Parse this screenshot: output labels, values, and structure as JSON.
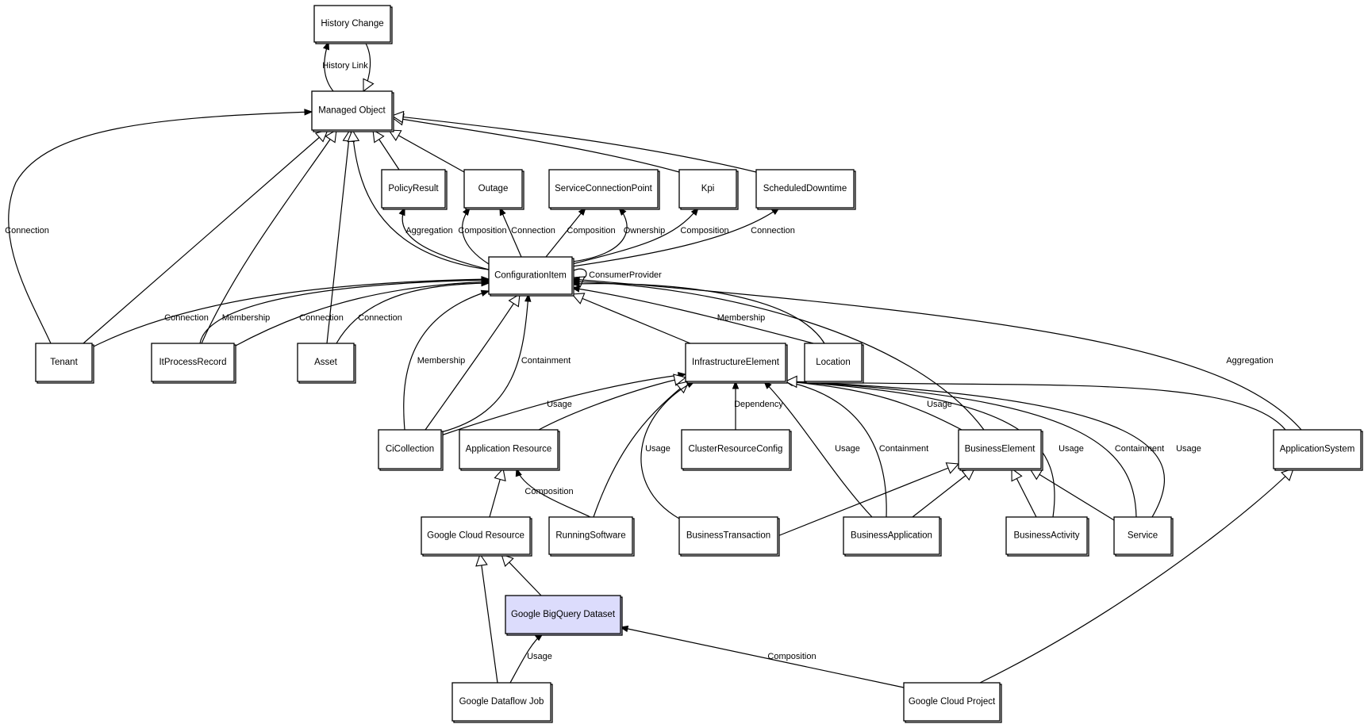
{
  "diagram": {
    "background": "#ffffff",
    "highlight_color": "#dcdcfc",
    "nodes": [
      {
        "id": "history_change",
        "label": "History Change"
      },
      {
        "id": "managed_object",
        "label": "Managed Object"
      },
      {
        "id": "policy_result",
        "label": "PolicyResult"
      },
      {
        "id": "outage",
        "label": "Outage"
      },
      {
        "id": "service_connection_point",
        "label": "ServiceConnectionPoint"
      },
      {
        "id": "kpi",
        "label": "Kpi"
      },
      {
        "id": "scheduled_downtime",
        "label": "ScheduledDowntime"
      },
      {
        "id": "configuration_item",
        "label": "ConfigurationItem"
      },
      {
        "id": "tenant",
        "label": "Tenant"
      },
      {
        "id": "it_process_record",
        "label": "ItProcessRecord"
      },
      {
        "id": "asset",
        "label": "Asset"
      },
      {
        "id": "infrastructure_element",
        "label": "InfrastructureElement"
      },
      {
        "id": "location",
        "label": "Location"
      },
      {
        "id": "ci_collection",
        "label": "CiCollection"
      },
      {
        "id": "application_resource",
        "label": "Application Resource"
      },
      {
        "id": "cluster_resource_config",
        "label": "ClusterResourceConfig"
      },
      {
        "id": "business_element",
        "label": "BusinessElement"
      },
      {
        "id": "application_system",
        "label": "ApplicationSystem"
      },
      {
        "id": "google_cloud_resource",
        "label": "Google Cloud Resource"
      },
      {
        "id": "running_software",
        "label": "RunningSoftware"
      },
      {
        "id": "business_transaction",
        "label": "BusinessTransaction"
      },
      {
        "id": "business_application",
        "label": "BusinessApplication"
      },
      {
        "id": "business_activity",
        "label": "BusinessActivity"
      },
      {
        "id": "service",
        "label": "Service"
      },
      {
        "id": "google_bigquery_dataset",
        "label": "Google BigQuery Dataset",
        "highlighted": true
      },
      {
        "id": "google_dataflow_job",
        "label": "Google Dataflow Job"
      },
      {
        "id": "google_cloud_project",
        "label": "Google Cloud Project"
      }
    ],
    "edges": [
      {
        "from": "managed_object",
        "to": "history_change",
        "label": "History Link",
        "arrow": "filled"
      },
      {
        "from": "history_change",
        "to": "managed_object",
        "label": "",
        "arrow": "hollow"
      },
      {
        "from": "tenant",
        "to": "managed_object",
        "label": "Connection",
        "arrow": "filled"
      },
      {
        "from": "tenant",
        "to": "managed_object",
        "label": "",
        "arrow": "hollow"
      },
      {
        "from": "it_process_record",
        "to": "managed_object",
        "label": "",
        "arrow": "hollow"
      },
      {
        "from": "asset",
        "to": "managed_object",
        "label": "",
        "arrow": "hollow"
      },
      {
        "from": "configuration_item",
        "to": "managed_object",
        "label": "",
        "arrow": "hollow"
      },
      {
        "from": "policy_result",
        "to": "managed_object",
        "label": "",
        "arrow": "hollow"
      },
      {
        "from": "outage",
        "to": "managed_object",
        "label": "",
        "arrow": "hollow"
      },
      {
        "from": "kpi",
        "to": "managed_object",
        "label": "",
        "arrow": "hollow"
      },
      {
        "from": "scheduled_downtime",
        "to": "managed_object",
        "label": "",
        "arrow": "hollow"
      },
      {
        "from": "configuration_item",
        "to": "policy_result",
        "label": "Aggregation",
        "arrow": "filled"
      },
      {
        "from": "configuration_item",
        "to": "outage",
        "label": "Composition",
        "arrow": "filled"
      },
      {
        "from": "configuration_item",
        "to": "outage",
        "label": "Connection",
        "arrow": "filled"
      },
      {
        "from": "configuration_item",
        "to": "service_connection_point",
        "label": "Composition",
        "arrow": "filled"
      },
      {
        "from": "configuration_item",
        "to": "service_connection_point",
        "label": "Ownership",
        "arrow": "filled"
      },
      {
        "from": "configuration_item",
        "to": "kpi",
        "label": "Composition",
        "arrow": "filled"
      },
      {
        "from": "configuration_item",
        "to": "scheduled_downtime",
        "label": "Connection",
        "arrow": "filled"
      },
      {
        "from": "configuration_item",
        "to": "configuration_item",
        "label": "ConsumerProvider",
        "arrow": "hollow"
      },
      {
        "from": "tenant",
        "to": "configuration_item",
        "label": "Connection",
        "arrow": "filled"
      },
      {
        "from": "it_process_record",
        "to": "configuration_item",
        "label": "Membership",
        "arrow": "filled"
      },
      {
        "from": "it_process_record",
        "to": "configuration_item",
        "label": "Connection",
        "arrow": "filled"
      },
      {
        "from": "asset",
        "to": "configuration_item",
        "label": "Connection",
        "arrow": "filled"
      },
      {
        "from": "ci_collection",
        "to": "configuration_item",
        "label": "Membership",
        "arrow": "filled"
      },
      {
        "from": "ci_collection",
        "to": "configuration_item",
        "label": "",
        "arrow": "hollow"
      },
      {
        "from": "ci_collection",
        "to": "configuration_item",
        "label": "Containment",
        "arrow": "filled"
      },
      {
        "from": "infrastructure_element",
        "to": "configuration_item",
        "label": "",
        "arrow": "hollow"
      },
      {
        "from": "location",
        "to": "configuration_item",
        "label": "Membership",
        "arrow": "filled"
      },
      {
        "from": "location",
        "to": "configuration_item",
        "label": "",
        "arrow": "filled"
      },
      {
        "from": "business_element",
        "to": "configuration_item",
        "label": "",
        "arrow": "filled"
      },
      {
        "from": "application_system",
        "to": "configuration_item",
        "label": "Aggregation",
        "arrow": "filled"
      },
      {
        "from": "ci_collection",
        "to": "infrastructure_element",
        "label": "Usage",
        "arrow": "filled"
      },
      {
        "from": "application_resource",
        "to": "infrastructure_element",
        "label": "",
        "arrow": "hollow"
      },
      {
        "from": "running_software",
        "to": "infrastructure_element",
        "label": "",
        "arrow": "hollow"
      },
      {
        "from": "business_transaction",
        "to": "infrastructure_element",
        "label": "Usage",
        "arrow": "filled"
      },
      {
        "from": "cluster_resource_config",
        "to": "infrastructure_element",
        "label": "Dependency",
        "arrow": "filled"
      },
      {
        "from": "business_application",
        "to": "infrastructure_element",
        "label": "Usage",
        "arrow": "filled"
      },
      {
        "from": "business_application",
        "to": "infrastructure_element",
        "label": "Containment",
        "arrow": "filled"
      },
      {
        "from": "business_element",
        "to": "infrastructure_element",
        "label": "Usage",
        "arrow": "filled"
      },
      {
        "from": "business_activity",
        "to": "infrastructure_element",
        "label": "Usage",
        "arrow": "filled"
      },
      {
        "from": "service",
        "to": "infrastructure_element",
        "label": "Containment",
        "arrow": "filled"
      },
      {
        "from": "service",
        "to": "infrastructure_element",
        "label": "Usage",
        "arrow": "filled"
      },
      {
        "from": "application_system",
        "to": "infrastructure_element",
        "label": "",
        "arrow": "hollow"
      },
      {
        "from": "business_transaction",
        "to": "business_element",
        "label": "",
        "arrow": "hollow"
      },
      {
        "from": "business_application",
        "to": "business_element",
        "label": "",
        "arrow": "hollow"
      },
      {
        "from": "business_activity",
        "to": "business_element",
        "label": "",
        "arrow": "hollow"
      },
      {
        "from": "service",
        "to": "business_element",
        "label": "",
        "arrow": "hollow"
      },
      {
        "from": "google_cloud_resource",
        "to": "application_resource",
        "label": "",
        "arrow": "hollow"
      },
      {
        "from": "running_software",
        "to": "application_resource",
        "label": "Composition",
        "arrow": "filled"
      },
      {
        "from": "google_bigquery_dataset",
        "to": "google_cloud_resource",
        "label": "",
        "arrow": "hollow"
      },
      {
        "from": "google_dataflow_job",
        "to": "google_cloud_resource",
        "label": "",
        "arrow": "hollow"
      },
      {
        "from": "google_dataflow_job",
        "to": "google_bigquery_dataset",
        "label": "Usage",
        "arrow": "filled"
      },
      {
        "from": "google_cloud_project",
        "to": "google_bigquery_dataset",
        "label": "Composition",
        "arrow": "filled"
      },
      {
        "from": "google_cloud_project",
        "to": "application_system",
        "label": "",
        "arrow": "hollow"
      }
    ]
  }
}
